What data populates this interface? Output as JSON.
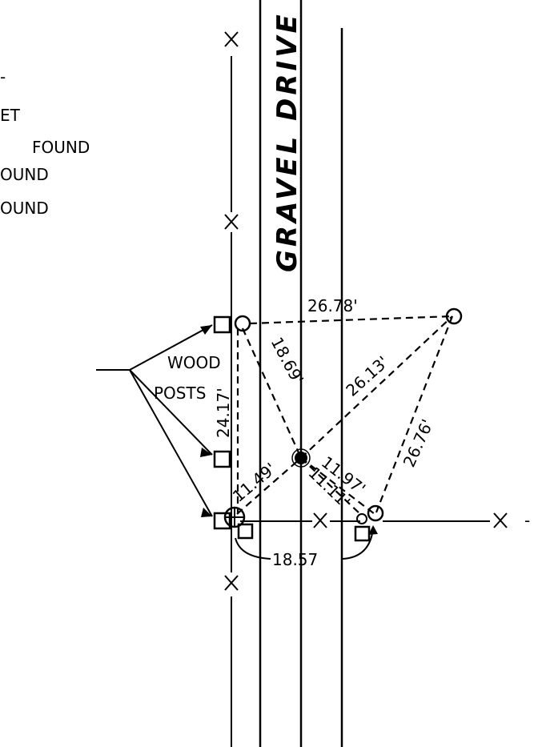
{
  "legend": {
    "dash": "-",
    "lines": [
      "ET",
      "FOUND",
      "OUND",
      "OUND"
    ]
  },
  "road_label": "GRAVEL DRIVE",
  "callout": {
    "line1": "WOOD",
    "line2": "POSTS"
  },
  "measurements": {
    "top": "26.78'",
    "left_vertical": "24.17'",
    "diag_upper_left": "18.69'",
    "diag_right": "26.13'",
    "right_diag": "26.76'",
    "diag_lower_left": "11.49'",
    "diag_lower_right_a": "11.97'",
    "diag_lower_right_b": "11.11'",
    "bottom": "18.57"
  },
  "fence_marks": {
    "symbol": "×",
    "trailing_dash": "-"
  },
  "icons": {
    "fence_post": "x-mark-icon",
    "wood_post": "square-post-icon",
    "found_pin": "circle-pin-icon",
    "set_pin": "filled-pin-icon"
  }
}
